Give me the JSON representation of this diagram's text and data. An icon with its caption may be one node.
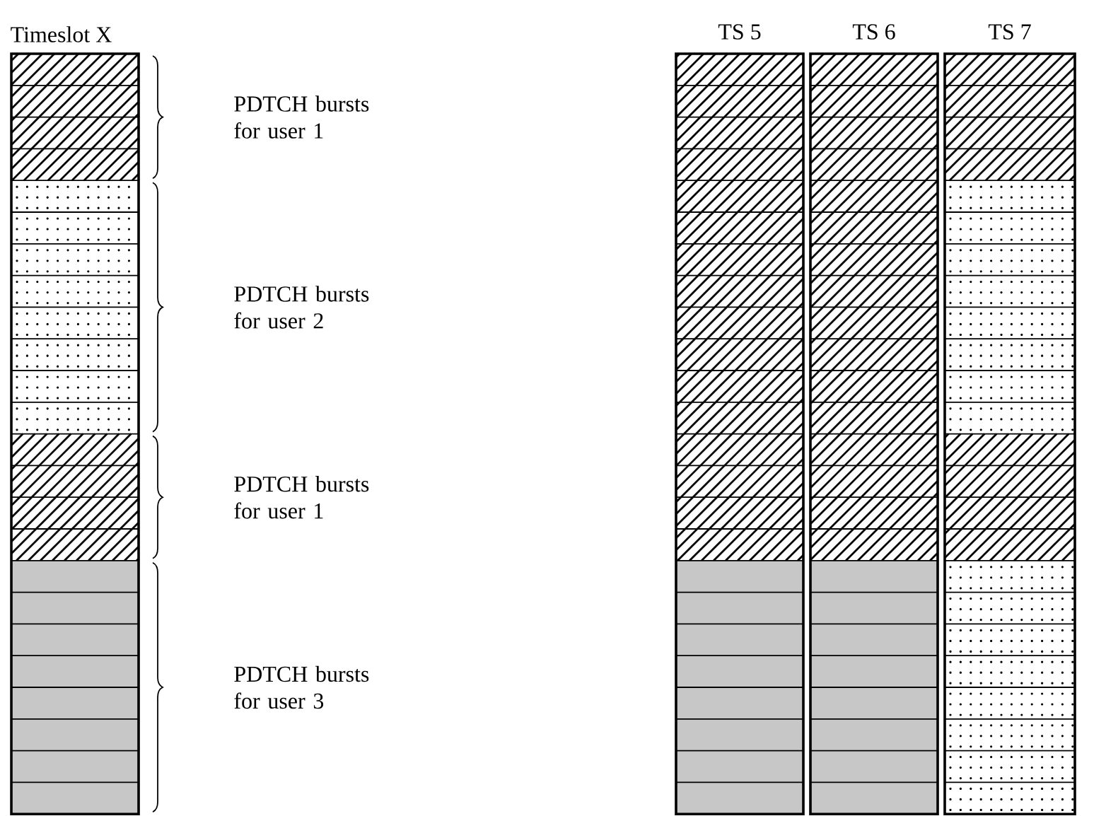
{
  "diagram": {
    "nodes": [
      {
        "text": [
          "Timeslot X"
        ]
      },
      {
        "text": [
          "TS 5"
        ]
      },
      {
        "text": [
          "TS 6"
        ]
      },
      {
        "text": [
          "TS 7"
        ]
      }
    ],
    "labels": [
      "PDTCH bursts for user 1",
      "PDTCH bursts for user 2",
      "PDTCH bursts for user 1",
      "PDTCH bursts for user 3"
    ]
  }
}
